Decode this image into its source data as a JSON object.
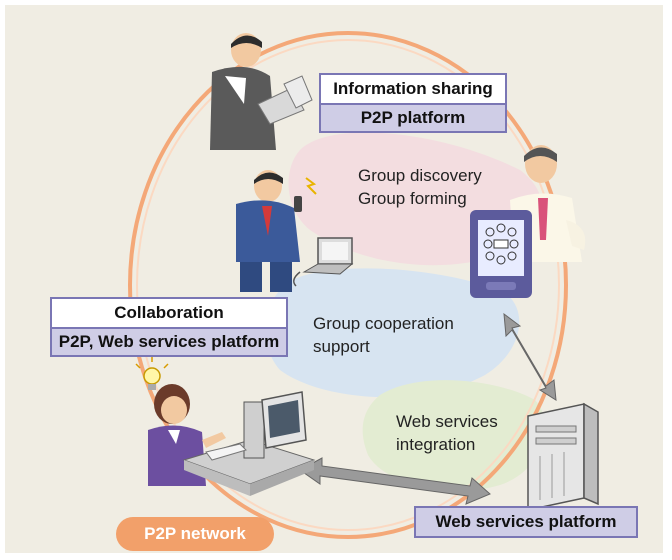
{
  "boxes": {
    "info_sharing": {
      "title": "Information sharing",
      "subtitle": "P2P platform"
    },
    "collaboration": {
      "title": "Collaboration",
      "subtitle": "P2P, Web services platform"
    }
  },
  "labels": {
    "group_discovery": "Group discovery",
    "group_forming": "Group forming",
    "group_cooperation": "Group cooperation",
    "support": "support",
    "web_services": "Web services",
    "integration": "integration"
  },
  "bottom": {
    "web_services_platform": "Web services platform",
    "p2p_network": "P2P network"
  },
  "colors": {
    "ring": "#f4a878",
    "box_border": "#7a76b4",
    "box_fill": "#cfcde6",
    "blob_pink": "#f3dde0",
    "blob_blue": "#d7e4f1",
    "blob_green": "#e3ecd2",
    "pill": "#f2a06a"
  },
  "icons": [
    "man-laptop-icon",
    "man-phone-icon",
    "man-thinking-icon",
    "pda-icon",
    "woman-computer-icon",
    "server-icon",
    "lightbulb-icon",
    "laptop-icon",
    "sync-arrow-icon"
  ]
}
